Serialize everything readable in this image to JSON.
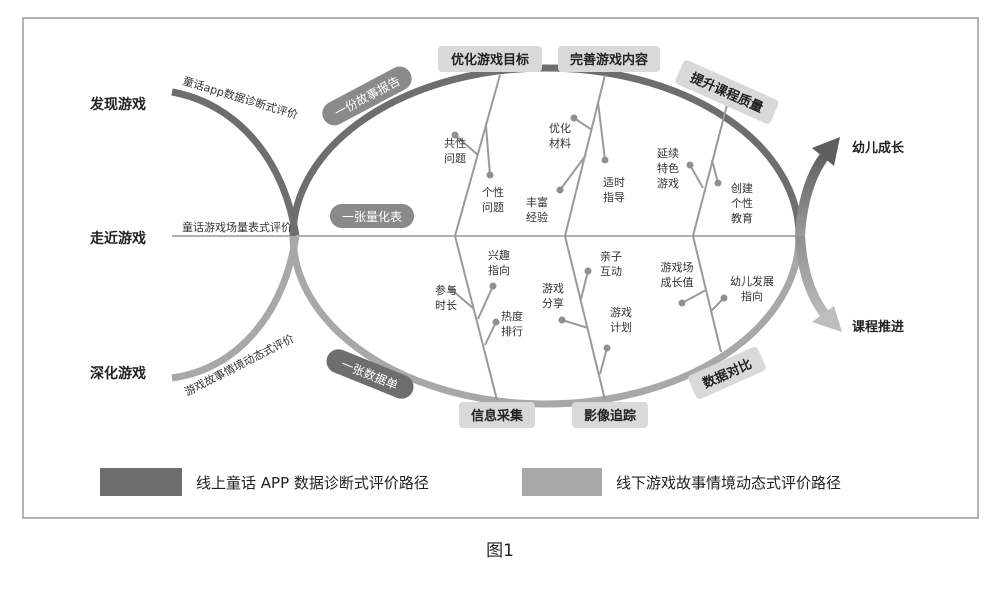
{
  "stages": {
    "discover": "发现游戏",
    "approach": "走近游戏",
    "deepen": "深化游戏"
  },
  "paths": {
    "top": "童话app数据诊断式评价",
    "middle": "童话游戏场量表式评价",
    "bottom": "游戏故事情境动态式评价"
  },
  "tags": {
    "story_report": "一份故事报告",
    "quant_table": "一张量化表",
    "data_sheet": "一张数据单"
  },
  "headers_top": [
    "优化游戏目标",
    "完善游戏内容",
    "提升课程质量"
  ],
  "headers_bottom": [
    "信息采集",
    "影像追踪",
    "数据对比"
  ],
  "top_leaves": [
    [
      "共性",
      "问题"
    ],
    [
      "个性",
      "问题"
    ],
    [
      "优化",
      "材料"
    ],
    [
      "丰富",
      "经验"
    ],
    [
      "适时",
      "指导"
    ],
    [
      "延续",
      "特色",
      "游戏"
    ],
    [
      "创建",
      "个性",
      "教育"
    ]
  ],
  "bottom_leaves": [
    [
      "兴趣",
      "指向"
    ],
    [
      "参与",
      "时长"
    ],
    [
      "热度",
      "排行"
    ],
    [
      "亲子",
      "互动"
    ],
    [
      "游戏",
      "分享"
    ],
    [
      "游戏",
      "计划"
    ],
    [
      "游戏场",
      "成长值"
    ],
    [
      "幼儿发展",
      "指向"
    ]
  ],
  "outcomes": {
    "child_growth": "幼儿成长",
    "curriculum": "课程推进"
  },
  "legend": {
    "online": "线上童话 APP 数据诊断式评价路径",
    "offline": "线下游戏故事情境动态式评价路径"
  },
  "caption": "图1",
  "colors": {
    "dark": "#6e6e6e",
    "light": "#a8a8a8",
    "tag_bg": "#d9d9d9",
    "node": "#909090"
  }
}
